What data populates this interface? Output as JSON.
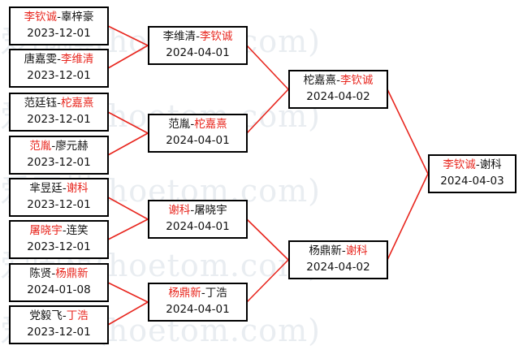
{
  "watermark": "爱围棋(hoetom.com)",
  "colors": {
    "winner": "#e8261e",
    "line": "#e8261e",
    "border": "#000000"
  },
  "round1": [
    {
      "left": "李钦诚",
      "right": "辜梓豪",
      "winner": "left",
      "date": "2023-12-01"
    },
    {
      "left": "唐嘉雯",
      "right": "李维清",
      "winner": "right",
      "date": "2023-12-01"
    },
    {
      "left": "范廷钰",
      "right": "柁嘉熹",
      "winner": "right",
      "date": "2023-12-01"
    },
    {
      "left": "范胤",
      "right": "廖元赫",
      "winner": "left",
      "date": "2023-12-01"
    },
    {
      "left": "芈昱廷",
      "right": "谢科",
      "winner": "right",
      "date": "2023-12-01"
    },
    {
      "left": "屠晓宇",
      "right": "连笑",
      "winner": "left",
      "date": "2023-12-01"
    },
    {
      "left": "陈贤",
      "right": "杨鼎新",
      "winner": "right",
      "date": "2024-01-08"
    },
    {
      "left": "党毅飞",
      "right": "丁浩",
      "winner": "right",
      "date": "2023-12-01"
    }
  ],
  "round2": [
    {
      "left": "李维清",
      "right": "李钦诚",
      "winner": "right",
      "date": "2024-04-01"
    },
    {
      "left": "范胤",
      "right": "柁嘉熹",
      "winner": "right",
      "date": "2024-04-01"
    },
    {
      "left": "谢科",
      "right": "屠晓宇",
      "winner": "left",
      "date": "2024-04-01"
    },
    {
      "left": "杨鼎新",
      "right": "丁浩",
      "winner": "left",
      "date": "2024-04-01"
    }
  ],
  "semifinal": [
    {
      "left": "柁嘉熹",
      "right": "李钦诚",
      "winner": "right",
      "date": "2024-04-02"
    },
    {
      "left": "杨鼎新",
      "right": "谢科",
      "winner": "right",
      "date": "2024-04-02"
    }
  ],
  "final": {
    "left": "李钦诚",
    "right": "谢科",
    "winner": "left",
    "date": "2024-04-03"
  }
}
